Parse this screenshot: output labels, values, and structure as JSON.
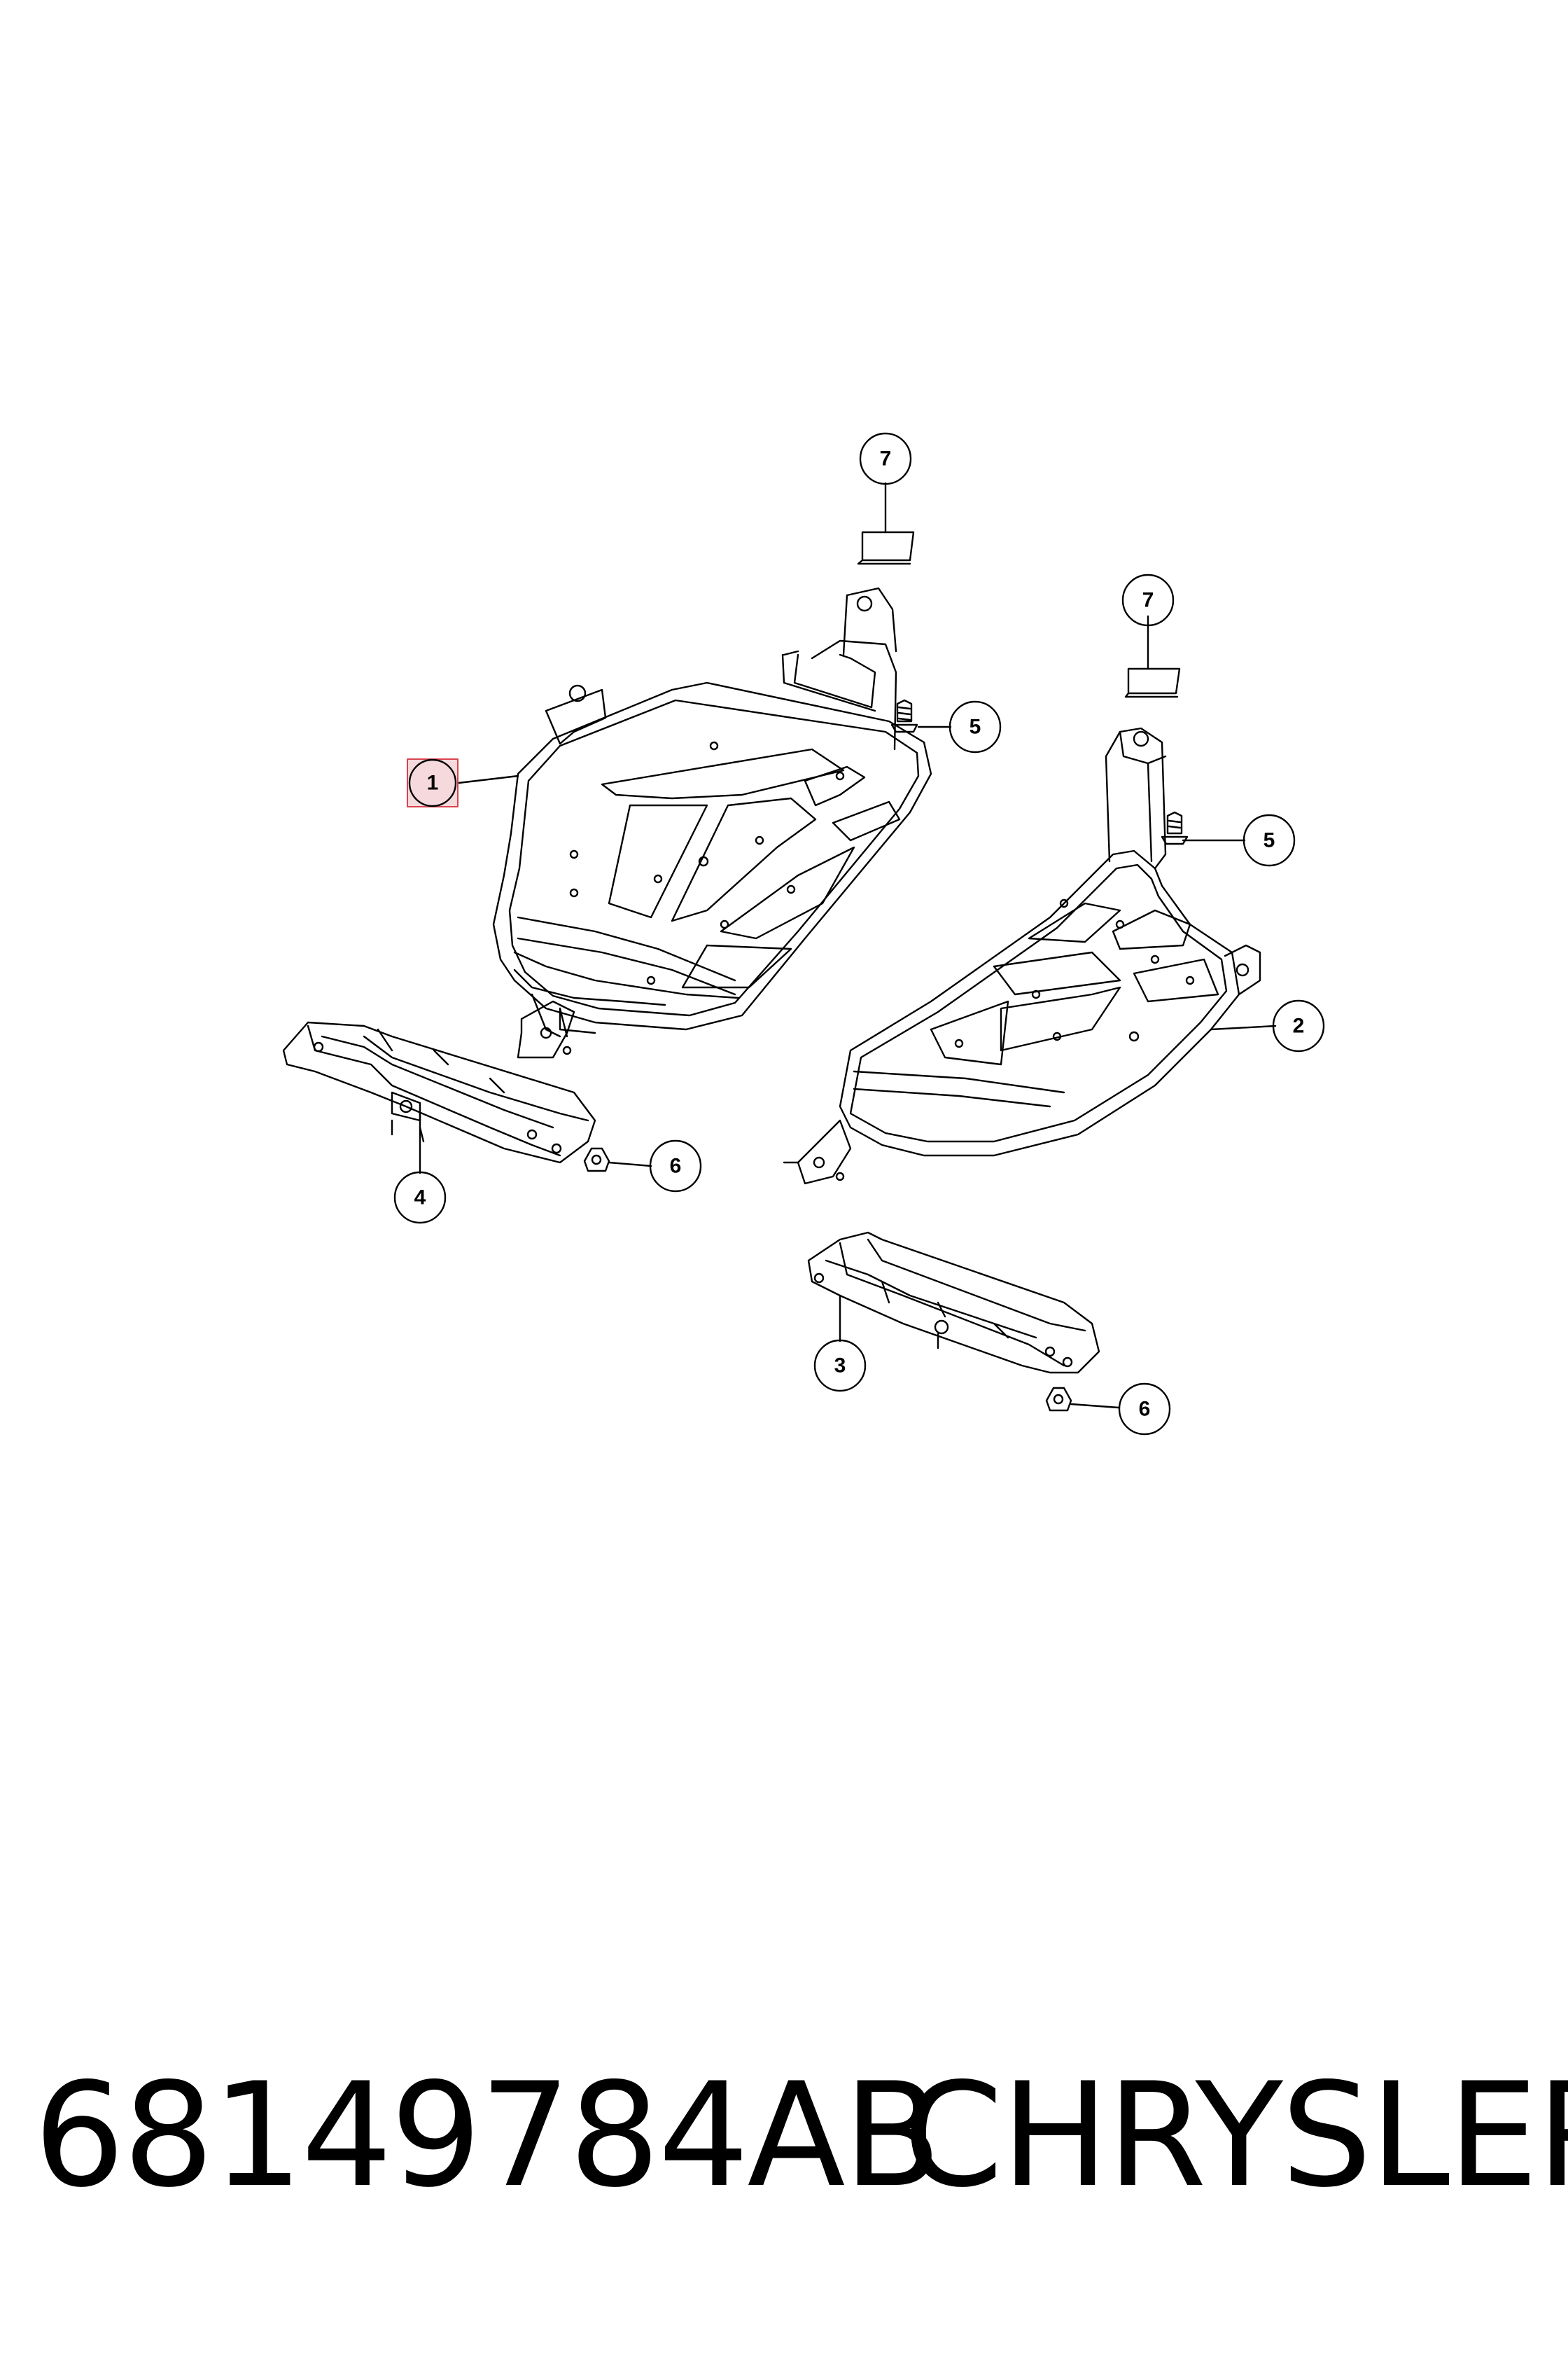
{
  "footer": {
    "part_number": "68149784AB",
    "brand": "CHRYSLER"
  },
  "callouts": {
    "c1": "1",
    "c2": "2",
    "c3": "3",
    "c4": "4",
    "c5a": "5",
    "c5b": "5",
    "c6a": "6",
    "c6b": "6",
    "c7a": "7",
    "c7b": "7"
  },
  "colors": {
    "line": "#000000",
    "highlight_fill": "#f6d9dd",
    "highlight_stroke": "#d9434f"
  }
}
